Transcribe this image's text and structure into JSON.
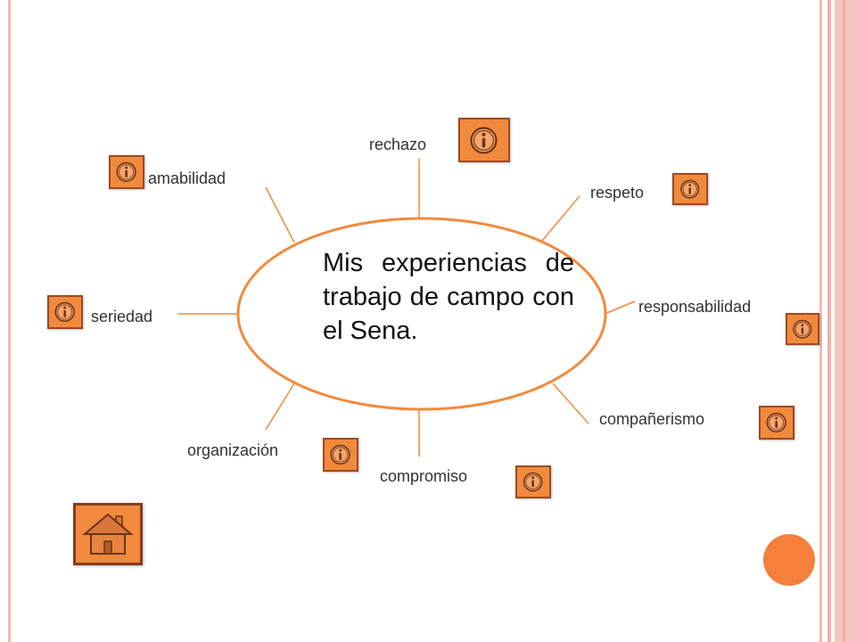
{
  "diagram": {
    "center_text": "Mis experiencias de trabajo de campo con el Sena.",
    "nodes": {
      "rechazo": "rechazo",
      "respeto": "respeto",
      "responsabilidad": "responsabilidad",
      "companerismo": "compañerismo",
      "compromiso": "compromiso",
      "organizacion": "organización",
      "seriedad": "seriedad",
      "amabilidad": "amabilidad"
    }
  },
  "colors": {
    "accent_orange": "#f28a3d",
    "ellipse_stroke": "#f28a3d",
    "button_border": "#9c4a24",
    "frame_pink": "#f4b9ae",
    "circle_orange": "#f4803b"
  },
  "icons": {
    "info_button": "info-icon",
    "home_button": "home-icon"
  }
}
